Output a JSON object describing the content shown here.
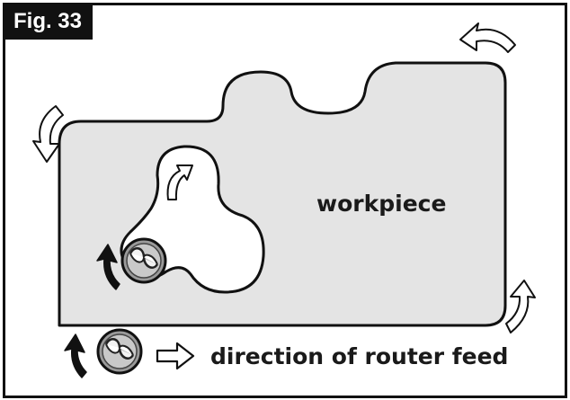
{
  "figure": {
    "tag": "Fig. 33",
    "workpiece_label": "workpiece",
    "feed_label": "direction of router feed"
  },
  "colors": {
    "workpiece_fill": "#e4e4e4",
    "outline": "#111111",
    "bit_fill": "#9a9a9a",
    "rotation_arrow": "#111111",
    "feed_arrow_fill": "#ffffff"
  },
  "icons": [
    "router-bit-icon",
    "rotation-arrow-icon",
    "feed-direction-arrow-icon"
  ]
}
